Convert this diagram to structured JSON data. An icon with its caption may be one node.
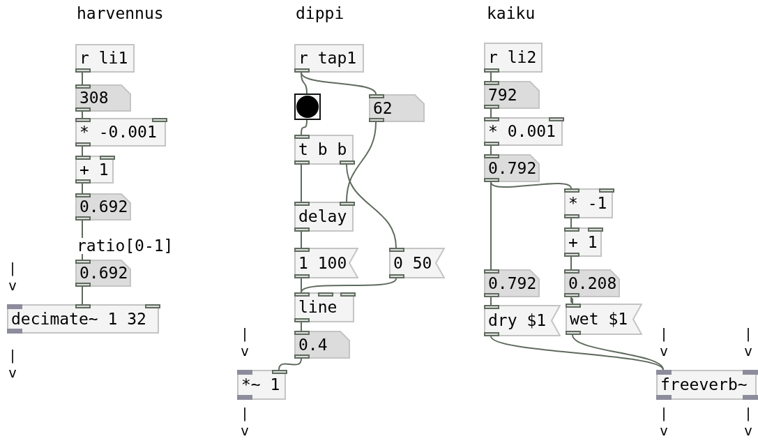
{
  "diagram": {
    "nodes": [
      {
        "text": [
          "r li1"
        ]
      },
      {
        "text": [
          "308"
        ]
      },
      {
        "text": [
          "* -0.001"
        ]
      },
      {
        "text": [
          "+ 1"
        ]
      },
      {
        "text": [
          "0.692"
        ]
      },
      {
        "text": [
          "0.692"
        ]
      },
      {
        "text": [
          "decimate~ 1 32"
        ]
      },
      {
        "text": [
          "r tap1"
        ]
      },
      {
        "text": [],
        "shape": "box"
      },
      {
        "text": [
          "62"
        ]
      },
      {
        "text": [
          "t b b"
        ]
      },
      {
        "text": [
          "delay"
        ]
      },
      {
        "text": [
          "1 100"
        ]
      },
      {
        "text": [
          "0 50"
        ]
      },
      {
        "text": [
          "line"
        ]
      },
      {
        "text": [
          "0.4"
        ]
      },
      {
        "text": [
          "*~ 1"
        ]
      },
      {
        "text": [
          "r li2"
        ]
      },
      {
        "text": [
          "792"
        ]
      },
      {
        "text": [
          "* 0.001"
        ]
      },
      {
        "text": [
          "0.792"
        ]
      },
      {
        "text": [
          "* -1"
        ]
      },
      {
        "text": [
          "+ 1"
        ]
      },
      {
        "text": [
          "0.792"
        ]
      },
      {
        "text": [
          "0.208"
        ]
      },
      {
        "text": [
          "dry $1"
        ]
      },
      {
        "text": [
          "wet $1"
        ]
      },
      {
        "text": [
          "freeverb~"
        ]
      }
    ],
    "edges": [
      {
        "from": 0,
        "to": 1,
        "arrow": "none"
      },
      {
        "from": 1,
        "to": 2,
        "arrow": "none"
      },
      {
        "from": 2,
        "to": 3,
        "arrow": "none"
      },
      {
        "from": 3,
        "to": 4,
        "arrow": "none"
      },
      {
        "from": 4,
        "to": 5,
        "arrow": "none"
      },
      {
        "from": 5,
        "to": 6,
        "arrow": "none"
      },
      {
        "from": 7,
        "to": 8,
        "arrow": "none"
      },
      {
        "from": 7,
        "to": 9,
        "arrow": "none"
      },
      {
        "from": 8,
        "to": 10,
        "arrow": "none"
      },
      {
        "from": 10,
        "to": 11,
        "arrow": "none"
      },
      {
        "from": 10,
        "to": 13,
        "arrow": "none"
      },
      {
        "from": 9,
        "to": 11,
        "arrow": "none"
      },
      {
        "from": 11,
        "to": 12,
        "arrow": "none"
      },
      {
        "from": 12,
        "to": 14,
        "arrow": "none"
      },
      {
        "from": 13,
        "to": 14,
        "arrow": "none"
      },
      {
        "from": 14,
        "to": 15,
        "arrow": "none"
      },
      {
        "from": 15,
        "to": 16,
        "arrow": "none"
      },
      {
        "from": 17,
        "to": 18,
        "arrow": "none"
      },
      {
        "from": 18,
        "to": 19,
        "arrow": "none"
      },
      {
        "from": 19,
        "to": 20,
        "arrow": "none"
      },
      {
        "from": 20,
        "to": 21,
        "arrow": "none"
      },
      {
        "from": 20,
        "to": 23,
        "arrow": "none"
      },
      {
        "from": 21,
        "to": 22,
        "arrow": "none"
      },
      {
        "from": 22,
        "to": 24,
        "arrow": "none"
      },
      {
        "from": 23,
        "to": 25,
        "arrow": "none"
      },
      {
        "from": 24,
        "to": 26,
        "arrow": "none"
      },
      {
        "from": 25,
        "to": 27,
        "arrow": "none"
      },
      {
        "from": 26,
        "to": 27,
        "arrow": "none"
      }
    ],
    "labels": [
      "harvennus",
      "dippi",
      "kaiku",
      "ratio[0-1]",
      "| v",
      "| v",
      "| v",
      "| v",
      "| v",
      "| v",
      "| v",
      "| v"
    ]
  }
}
